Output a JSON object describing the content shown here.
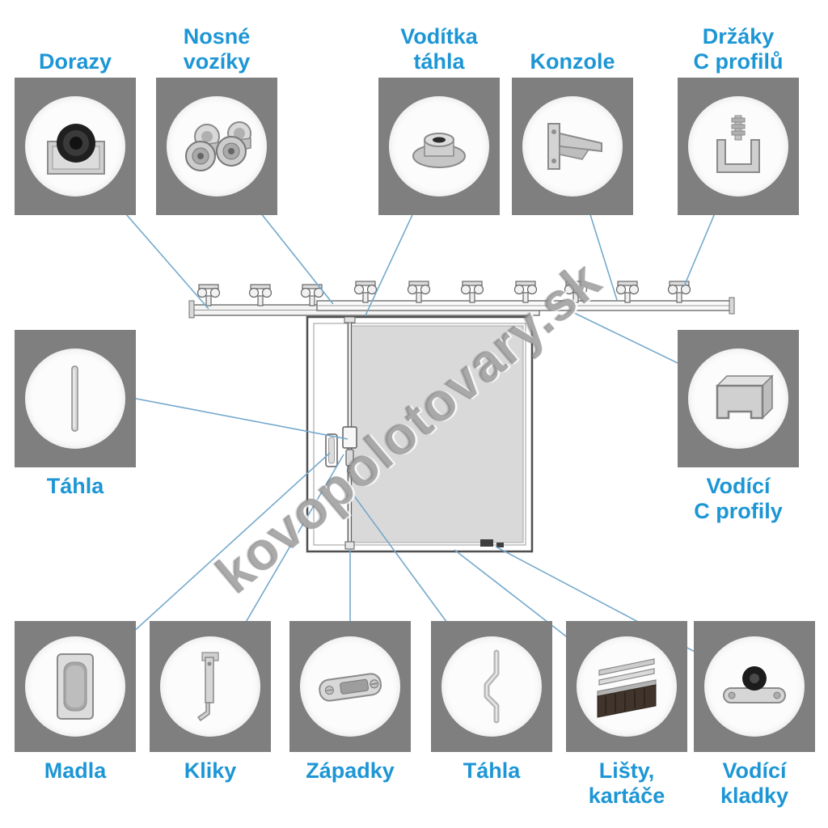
{
  "watermark": {
    "text": "kovopolotovary.sk"
  },
  "colors": {
    "label_blue": "#1d96d5",
    "square_gray": "#7f7f7f",
    "line_blue": "#74a9cc"
  },
  "top_items": [
    {
      "id": "dorazy",
      "label": "Dorazy"
    },
    {
      "id": "nosne-voziky",
      "label": "Nosné vozíky"
    },
    {
      "id": "voditka-tahla",
      "label": "Vodítka táhla"
    },
    {
      "id": "konzole",
      "label": "Konzole"
    },
    {
      "id": "drzaky-c-profilu",
      "label": "Držáky C profilů"
    }
  ],
  "left_item": {
    "id": "tahla",
    "label": "Táhla"
  },
  "right_item": {
    "id": "vodici-c-profily",
    "label": "Vodící C profily"
  },
  "bottom_items": [
    {
      "id": "madla",
      "label": "Madla"
    },
    {
      "id": "kliky",
      "label": "Kliky"
    },
    {
      "id": "zapadky",
      "label": "Západky"
    },
    {
      "id": "tahla-2",
      "label": "Táhla"
    },
    {
      "id": "listy-kartace",
      "label": "Lišty, kartáče"
    },
    {
      "id": "vodici-kladky",
      "label": "Vodící kladky"
    }
  ]
}
